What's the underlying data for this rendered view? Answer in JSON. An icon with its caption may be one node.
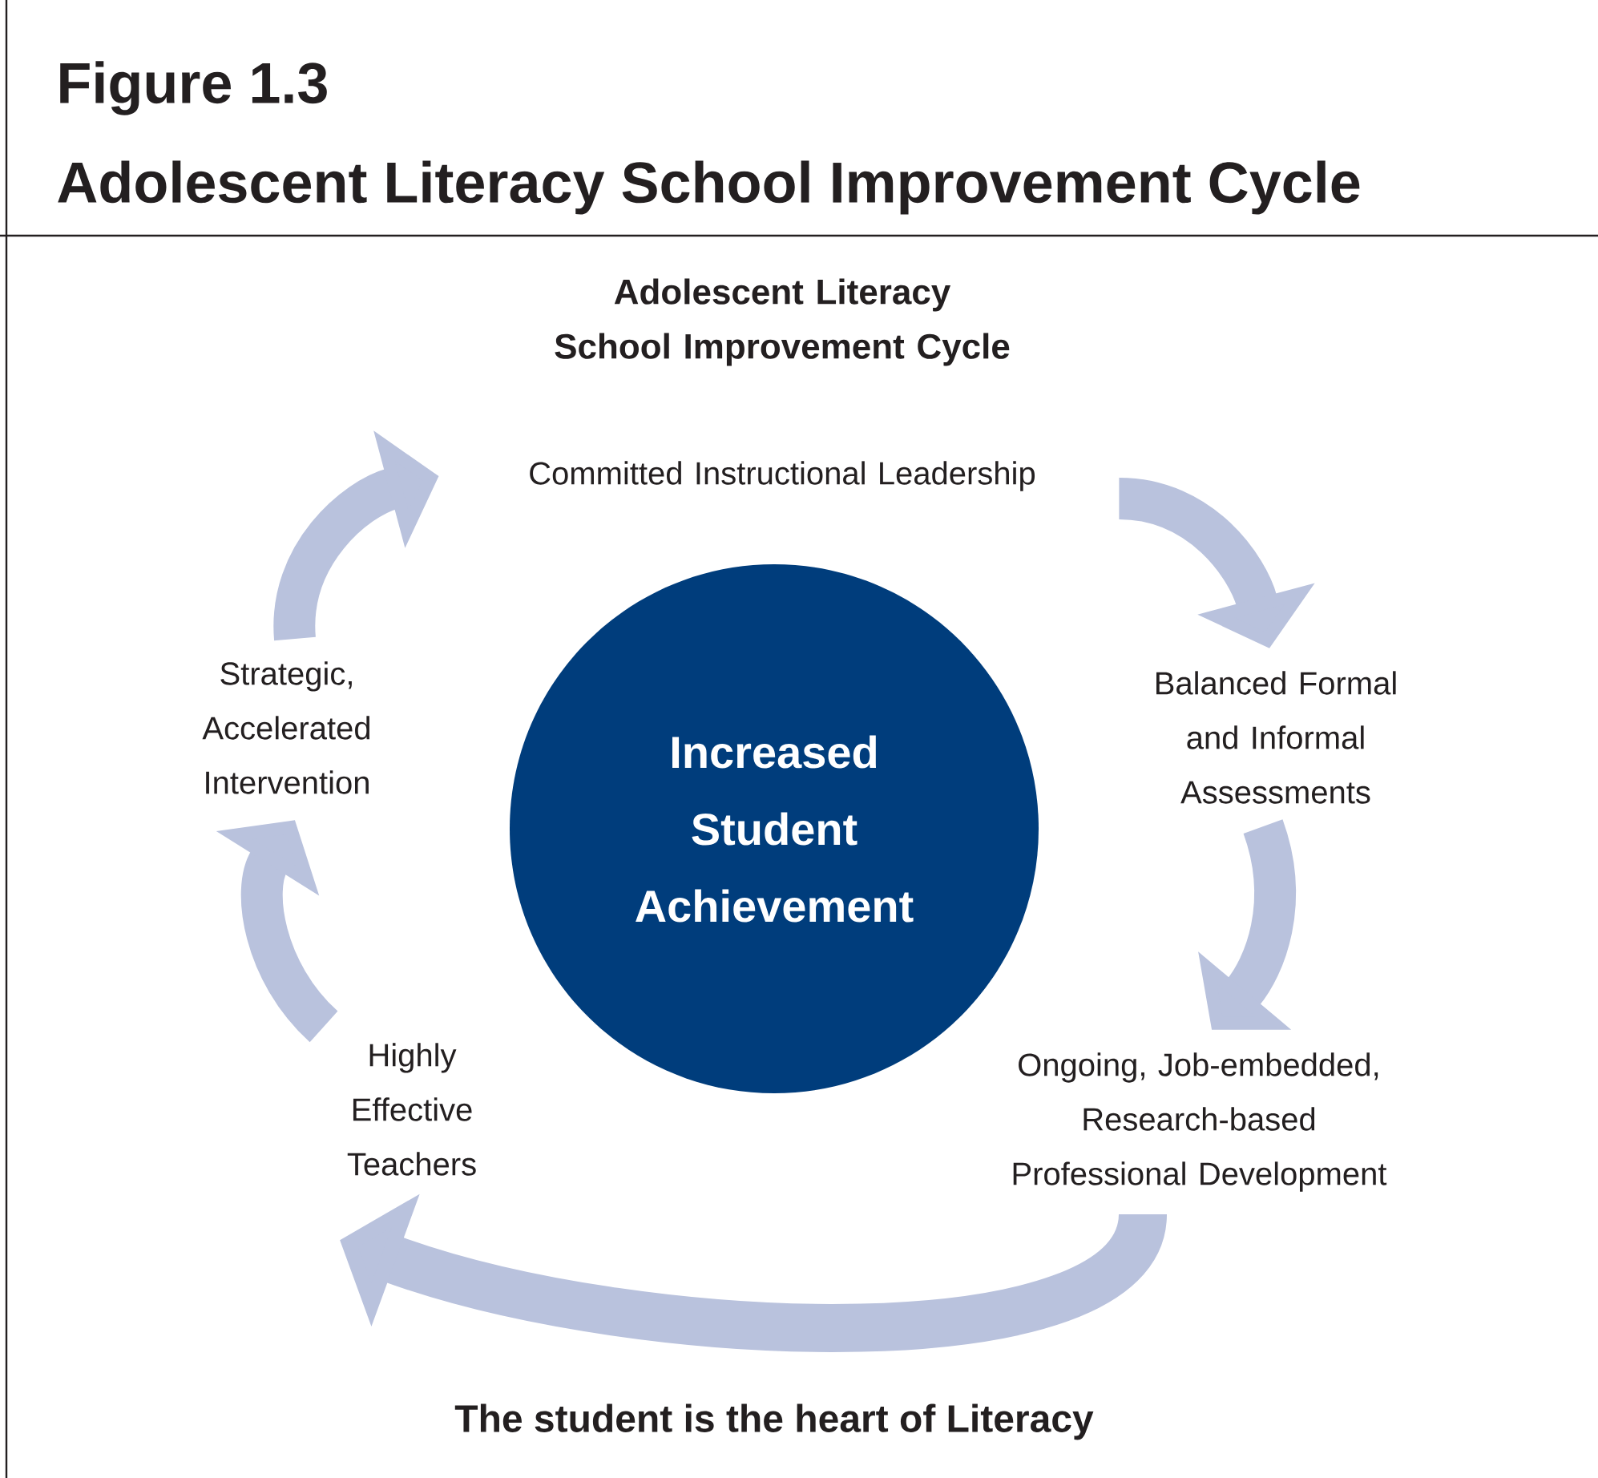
{
  "diagram": {
    "title": "Adolescent Literacy School Improvement Cycle",
    "caption": "The student is the heart of Literacy",
    "nodes": [
      {
        "text": [
          "Committed Instructional Leadership"
        ]
      },
      {
        "text": [
          "Balanced Formal and Informal Assessments"
        ]
      },
      {
        "text": [
          "Ongoing, Job-embedded, Research-based Professional Development"
        ]
      },
      {
        "text": [
          "Highly Effective Teachers"
        ]
      },
      {
        "text": [
          "Strategic, Accelerated Intervention"
        ]
      },
      {
        "text": [
          "Increased Student Achievement"
        ]
      }
    ],
    "edges": [
      {
        "from": 0,
        "to": 1,
        "arrow": "to"
      },
      {
        "from": 1,
        "to": 2,
        "arrow": "to"
      },
      {
        "from": 2,
        "to": 3,
        "arrow": "to"
      },
      {
        "from": 3,
        "to": 4,
        "arrow": "to"
      },
      {
        "from": 4,
        "to": 0,
        "arrow": "to"
      }
    ],
    "labels": [
      "Figure 1.3",
      "Adolescent Literacy School Improvement Cycle"
    ]
  }
}
